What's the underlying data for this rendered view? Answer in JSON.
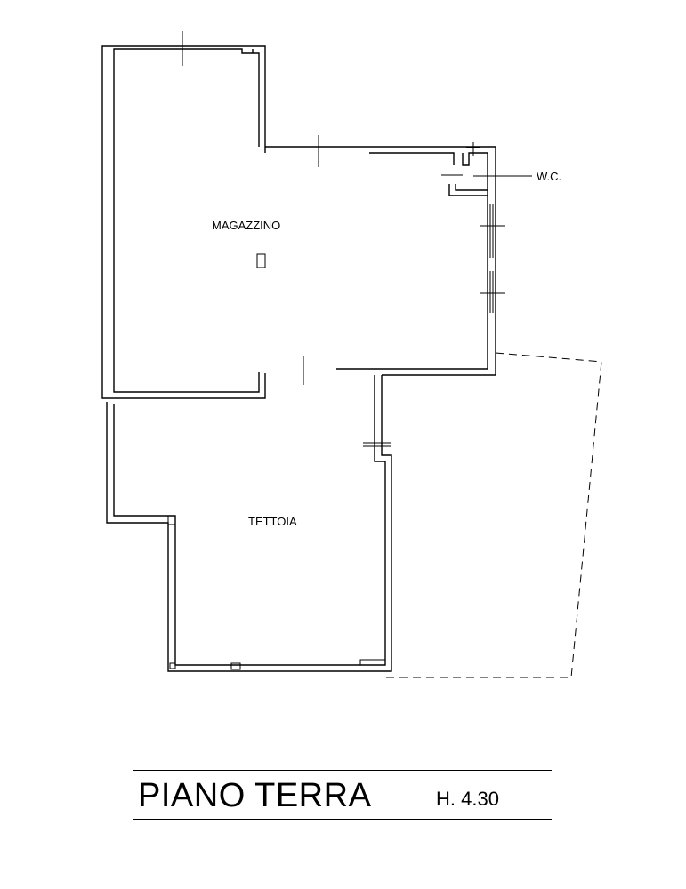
{
  "rooms": {
    "storage_label": "MAGAZZINO",
    "canopy_label": "TETTOIA",
    "wc_label": "W.C."
  },
  "title_block": {
    "title": "PIANO TERRA",
    "height": "H. 4.30"
  },
  "colors": {
    "ink": "#000000",
    "background": "#ffffff"
  }
}
